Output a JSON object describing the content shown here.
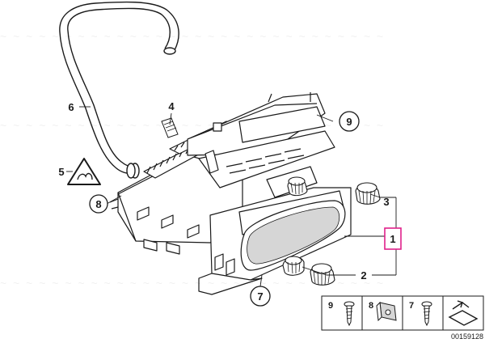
{
  "callouts": {
    "c1": "1",
    "c2": "2",
    "c3": "3",
    "c4": "4",
    "c5": "5",
    "c6": "6",
    "c7": "7",
    "c8": "8",
    "c9": "9"
  },
  "legend": {
    "item_a": "9",
    "item_b": "8",
    "item_c": "7"
  },
  "doc_number": "00159128",
  "colors": {
    "line": "#1a1a1a",
    "highlight": "#e0218a",
    "part_fill": "#ffffff",
    "shade": "#d6d6d6"
  },
  "icons": {
    "warning": "warning-triangle-icon",
    "clip": "nut-clip-icon",
    "screw": "screw-icon",
    "arrow": "arrow-sheet-icon"
  }
}
